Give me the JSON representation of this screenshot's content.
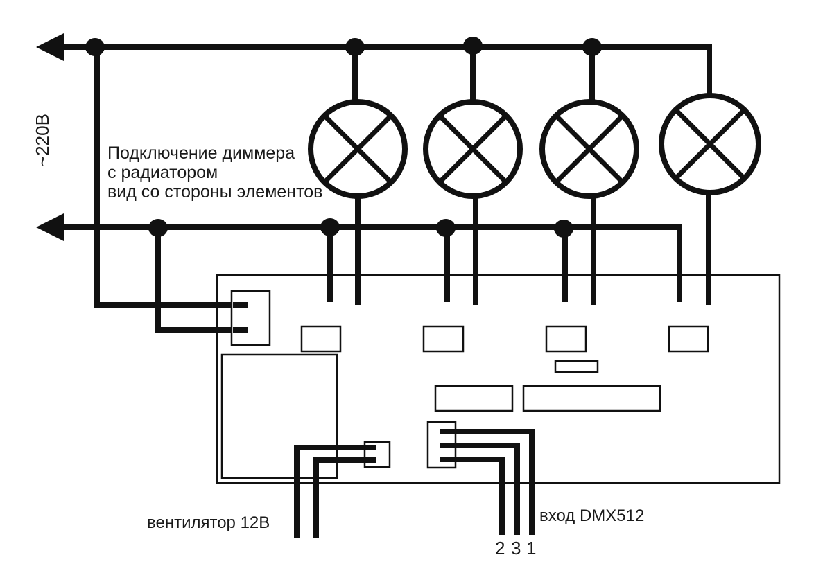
{
  "supply": {
    "voltage_label": "~220В"
  },
  "title": {
    "line1": "Подключение диммера",
    "line2": "с радиатором",
    "line3": "вид со стороны элементов"
  },
  "fan": {
    "label": "вентилятор 12В"
  },
  "dmx": {
    "label": "вход DMX512",
    "pins": [
      "2",
      "3",
      "1"
    ]
  },
  "lamps": [
    {
      "id": "lamp-1"
    },
    {
      "id": "lamp-2"
    },
    {
      "id": "lamp-3"
    },
    {
      "id": "lamp-4"
    }
  ],
  "colors": {
    "line": "#111111",
    "background": "#ffffff"
  }
}
